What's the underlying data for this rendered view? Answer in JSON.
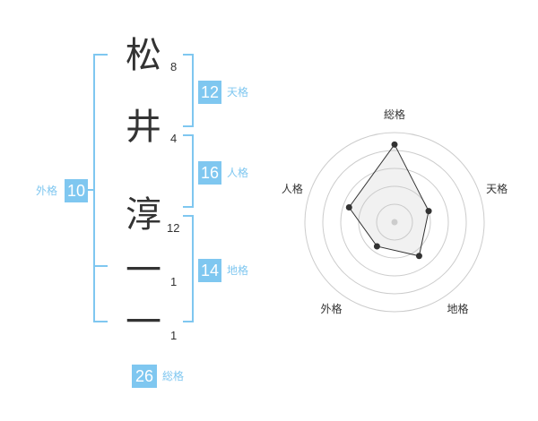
{
  "name_chars": [
    {
      "char": "松",
      "strokes": "8"
    },
    {
      "char": "井",
      "strokes": "4"
    },
    {
      "char": "淳",
      "strokes": "12"
    },
    {
      "char": "一",
      "strokes": "1"
    },
    {
      "char": "一",
      "strokes": "1"
    }
  ],
  "kakusu": {
    "tenkaku": {
      "value": "12",
      "label": "天格"
    },
    "jinkaku": {
      "value": "16",
      "label": "人格"
    },
    "chikaku": {
      "value": "14",
      "label": "地格"
    },
    "gaikaku": {
      "value": "10",
      "label": "外格"
    },
    "soukaku": {
      "value": "26",
      "label": "総格"
    }
  },
  "colors": {
    "accent": "#7fc7f0",
    "text": "#333333",
    "grid": "#cccccc"
  },
  "chart_data": {
    "type": "radar",
    "axes": [
      "総格",
      "天格",
      "地格",
      "外格",
      "人格"
    ],
    "values": [
      26,
      12,
      14,
      10,
      16
    ],
    "rings": 5,
    "grid": true
  }
}
